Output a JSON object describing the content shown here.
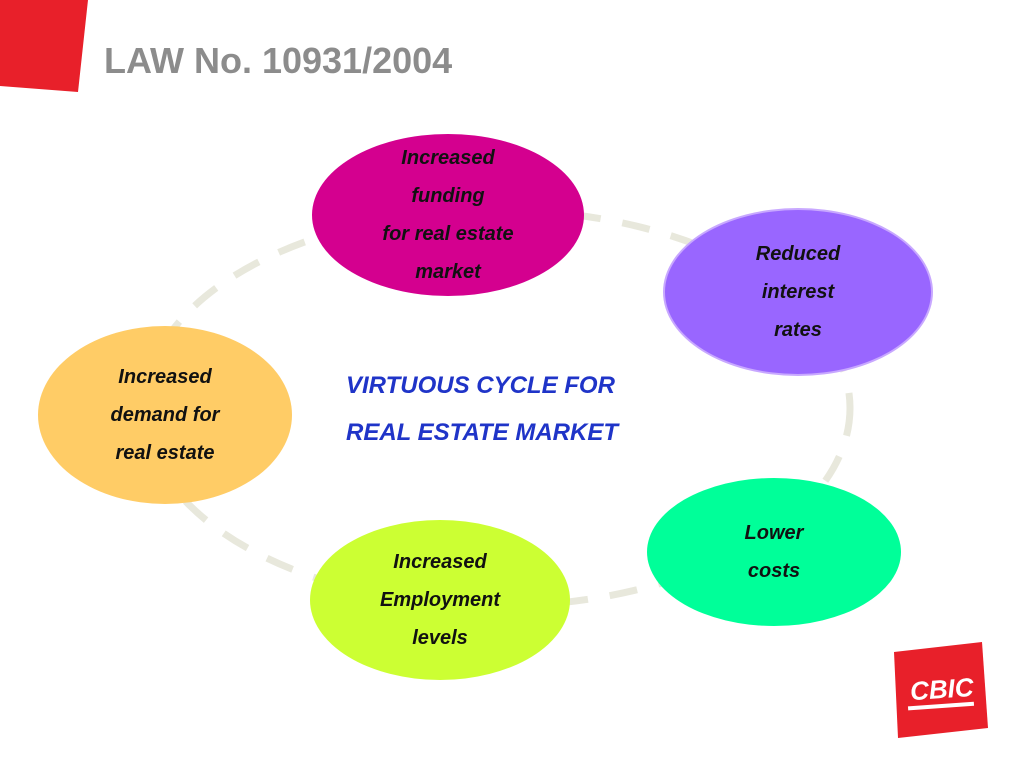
{
  "slide": {
    "title": "LAW No. 10931/2004"
  },
  "diagram": {
    "center_title_lines": [
      "VIRTUOUS CYCLE FOR",
      "REAL ESTATE MARKET"
    ],
    "nodes": [
      {
        "id": "funding",
        "lines": [
          "Increased",
          "funding",
          "for real estate",
          "market"
        ],
        "color": "#d4008f"
      },
      {
        "id": "interest",
        "lines": [
          "Reduced",
          "interest",
          "rates"
        ],
        "color": "#9966ff"
      },
      {
        "id": "costs",
        "lines": [
          "Lower",
          "costs"
        ],
        "color": "#00ff99"
      },
      {
        "id": "employment",
        "lines": [
          "Increased",
          "Employment",
          "levels"
        ],
        "color": "#ccff33"
      },
      {
        "id": "demand",
        "lines": [
          "Increased",
          "demand for",
          "real estate"
        ],
        "color": "#ffcc66"
      }
    ],
    "cycle_line_color": "#e8e8dc"
  },
  "branding": {
    "logo_text": "CBIC",
    "accent_color": "#e8202a"
  }
}
